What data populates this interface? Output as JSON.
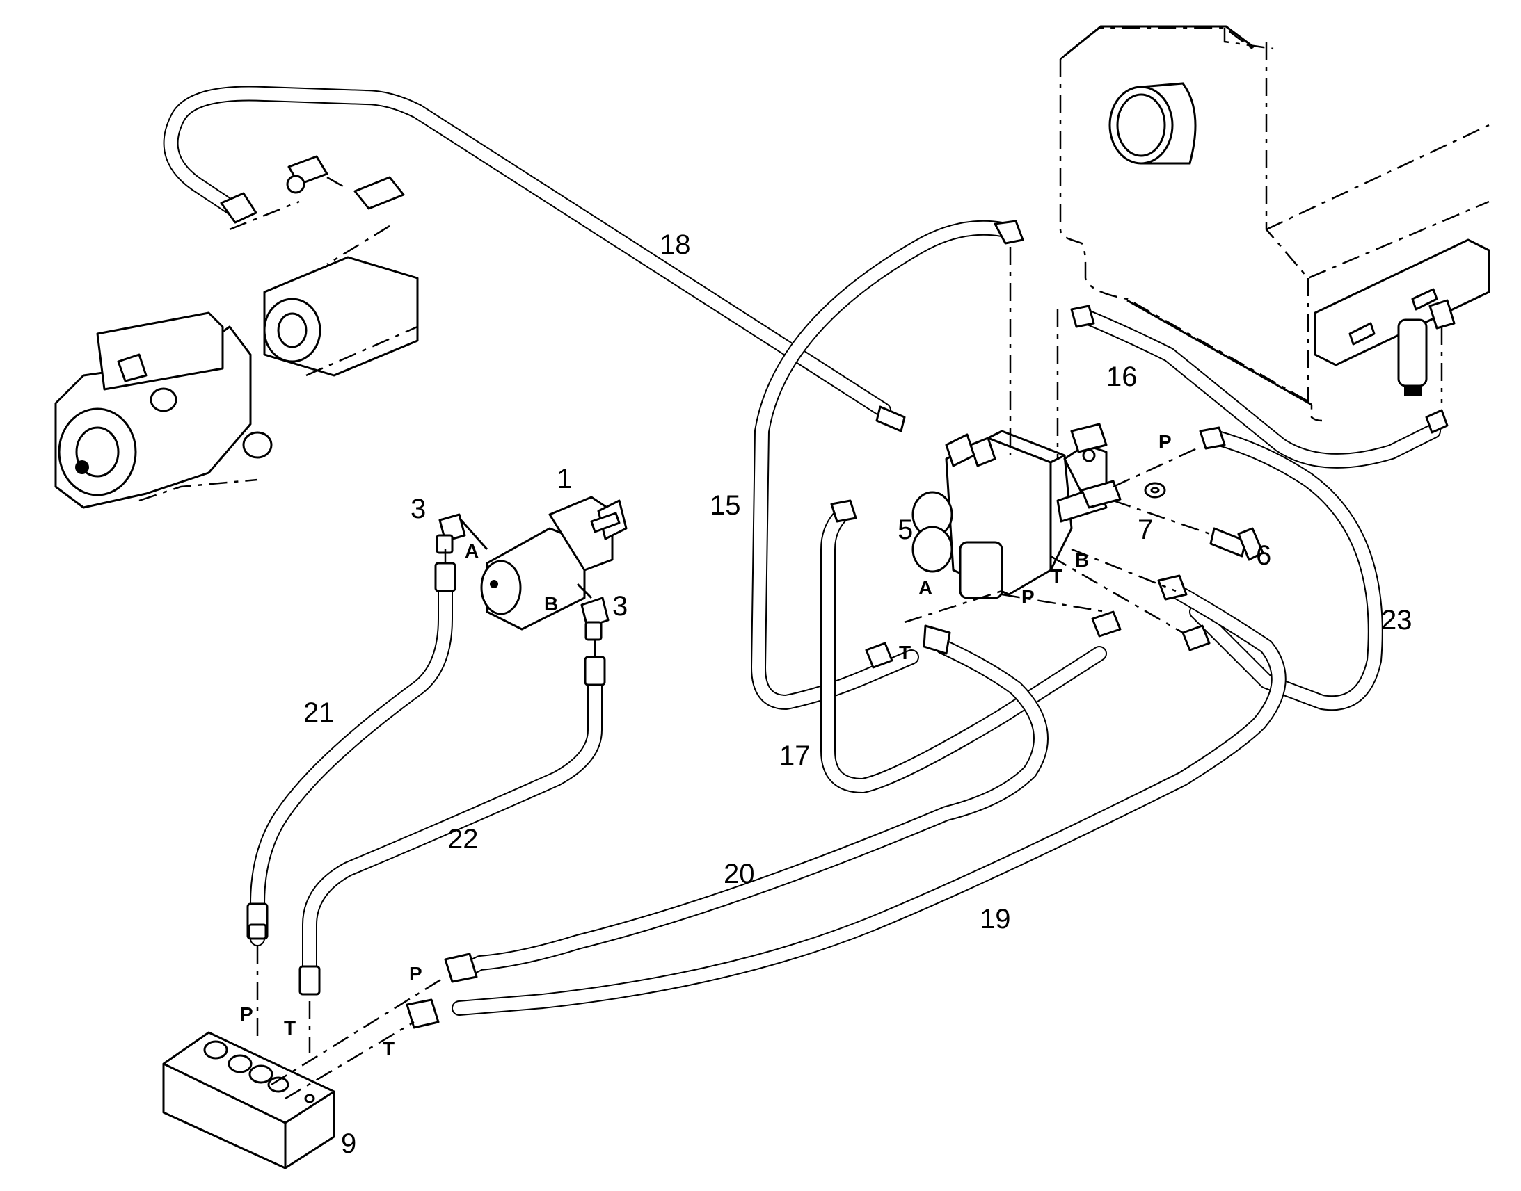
{
  "diagram": {
    "part_numbers": {
      "p1": "1",
      "p3a": "3",
      "p3b": "3",
      "p5": "5",
      "p6": "6",
      "p7": "7",
      "p9": "9",
      "p15": "15",
      "p16": "16",
      "p17": "17",
      "p18": "18",
      "p19": "19",
      "p20": "20",
      "p21": "21",
      "p22": "22",
      "p23": "23"
    },
    "port_labels": {
      "pump_a": "A",
      "pump_b": "B",
      "valve_a": "A",
      "valve_b": "B",
      "valve_p": "P",
      "valve_t": "T",
      "valve_t_left": "T",
      "hose23_p": "P",
      "block_p": "P",
      "block_t": "T",
      "hose20_p": "P",
      "hose19_t": "T"
    }
  }
}
